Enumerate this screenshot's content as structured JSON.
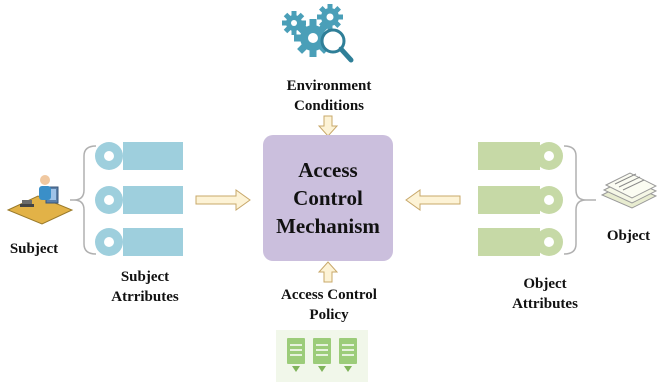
{
  "colors": {
    "mechanism_fill": "#cbbfdd",
    "subject_attr": "#9ecfdd",
    "object_attr": "#c6d9a6",
    "arrow_fill": "#fdf3d6",
    "arrow_stroke": "#c8a86a",
    "brace": "#b0b0b0",
    "gear": "#4a9fb8",
    "policy_docs": "#9ccc7a"
  },
  "mechanism": {
    "line1": "Access",
    "line2": "Control",
    "line3": "Mechanism"
  },
  "environment": {
    "line1": "Environment",
    "line2": "Conditions",
    "icon": "gears-magnifier-icon"
  },
  "policy": {
    "line1": "Access Control",
    "line2": "Policy",
    "icon": "documents-icon"
  },
  "subject": {
    "label": "Subject",
    "icon": "user-at-computer-icon"
  },
  "subject_attributes": {
    "line1": "Subject",
    "line2": "Atrributes",
    "count": 3
  },
  "object": {
    "label": "Object",
    "icon": "paper-stack-icon"
  },
  "object_attributes": {
    "line1": "Object",
    "line2": "Attributes",
    "count": 3
  }
}
